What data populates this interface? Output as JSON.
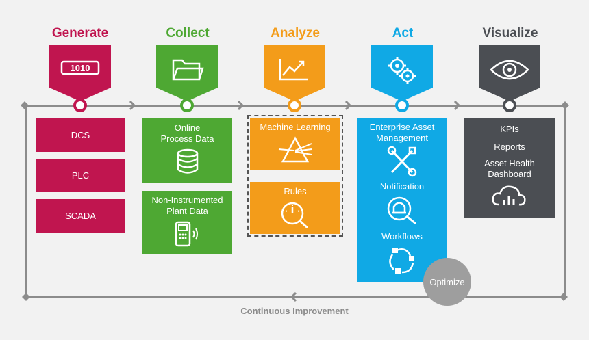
{
  "colors": {
    "generate": "#c0154f",
    "collect": "#4ea833",
    "analyze": "#f39c1a",
    "act": "#10a9e5",
    "visualize": "#4b4e53",
    "line": "#8c8c8c"
  },
  "stages": [
    {
      "title": "Generate",
      "icon": "binary-icon"
    },
    {
      "title": "Collect",
      "icon": "folder-icon"
    },
    {
      "title": "Analyze",
      "icon": "trend-chart-icon"
    },
    {
      "title": "Act",
      "icon": "gears-icon"
    },
    {
      "title": "Visualize",
      "icon": "eye-icon"
    }
  ],
  "generate": {
    "items": [
      "DCS",
      "PLC",
      "SCADA"
    ]
  },
  "collect": {
    "online": "Online Process Data",
    "online_l1": "Online",
    "online_l2": "Process Data",
    "non_l1": "Non-Instrumented",
    "non_l2": "Plant Data"
  },
  "analyze": {
    "ml": "Machine Learning",
    "rules": "Rules"
  },
  "act": {
    "eam_l1": "Enterprise Asset",
    "eam_l2": "Management",
    "notification": "Notification",
    "workflows": "Workflows",
    "optimize": "Optimize"
  },
  "visualize": {
    "kpis": "KPIs",
    "reports": "Reports",
    "ah_l1": "Asset Health",
    "ah_l2": "Dashboard"
  },
  "footer": {
    "continuous": "Continuous Improvement"
  }
}
